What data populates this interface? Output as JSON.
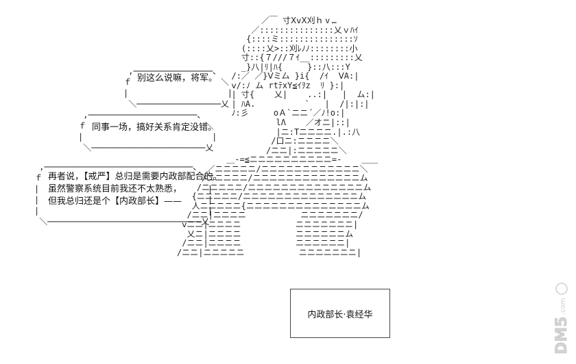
{
  "dialogue": {
    "bubble1": [
      "别这么说嘛，将军。"
    ],
    "bubble2": [
      "同事一场，搞好关系肯定没错。"
    ],
    "bubble3": [
      "再者说，【戒严】总归是需要内政部配合的。",
      "虽然警察系统目前我还不太熟悉，",
      "但我总归还是个【内政部长】——"
    ]
  },
  "character": {
    "nameplate": "内政部长·袁经华"
  },
  "watermark": {
    "text": "DM5",
    "suffix": ".com"
  }
}
